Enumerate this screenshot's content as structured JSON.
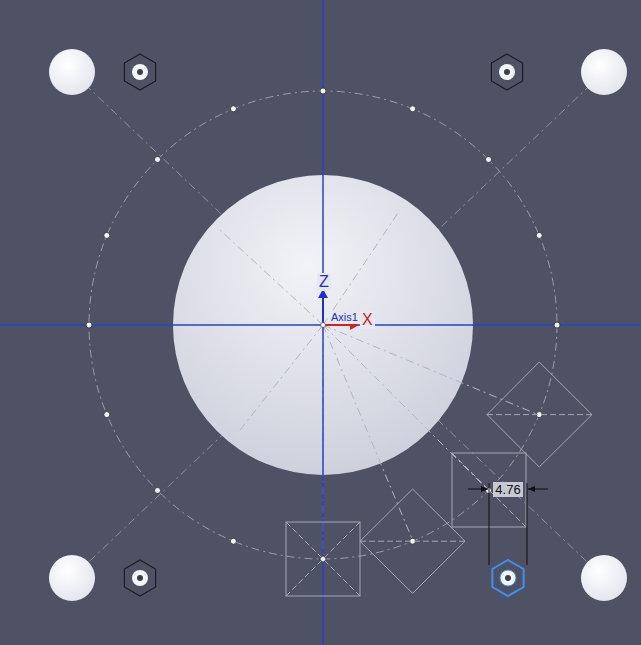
{
  "diagram": {
    "labels": [
      "Z",
      "Axis1",
      "X",
      "4.76"
    ]
  }
}
